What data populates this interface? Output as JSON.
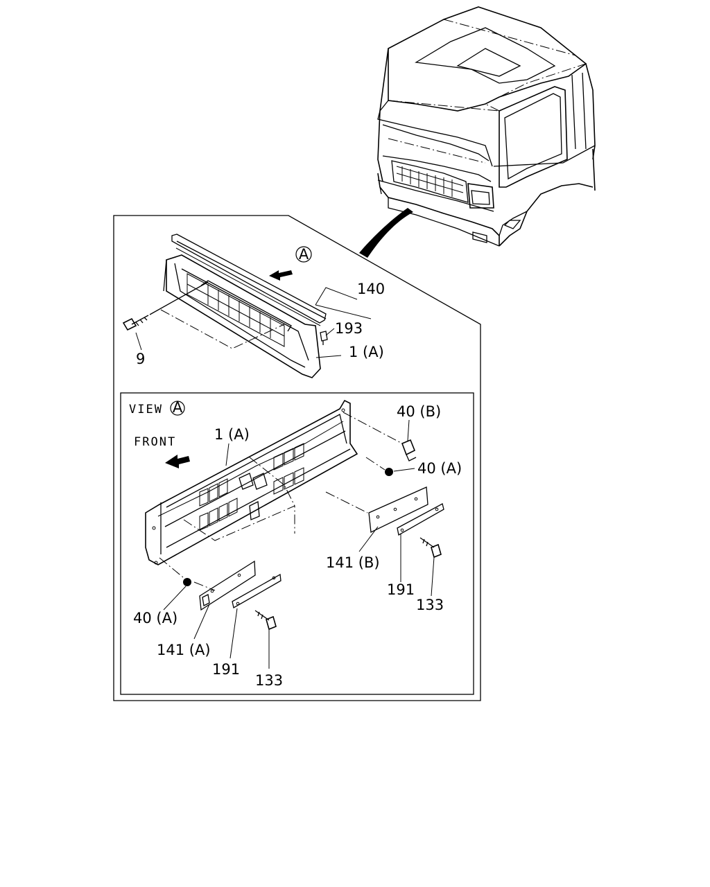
{
  "detail_marker": "A",
  "callouts": {
    "top": {
      "c140": "140",
      "c193": "193",
      "c1a": "1 (A)",
      "c9": "9"
    },
    "view": {
      "title": "VIEW",
      "front": "FRONT",
      "c1a": "1 (A)",
      "c40b": "40 (B)",
      "c40a_right": "40 (A)",
      "c40a_left": "40 (A)",
      "c141b": "141 (B)",
      "c141a": "141 (A)",
      "c191_right": "191",
      "c191_left": "191",
      "c133_right": "133",
      "c133_left": "133"
    }
  }
}
